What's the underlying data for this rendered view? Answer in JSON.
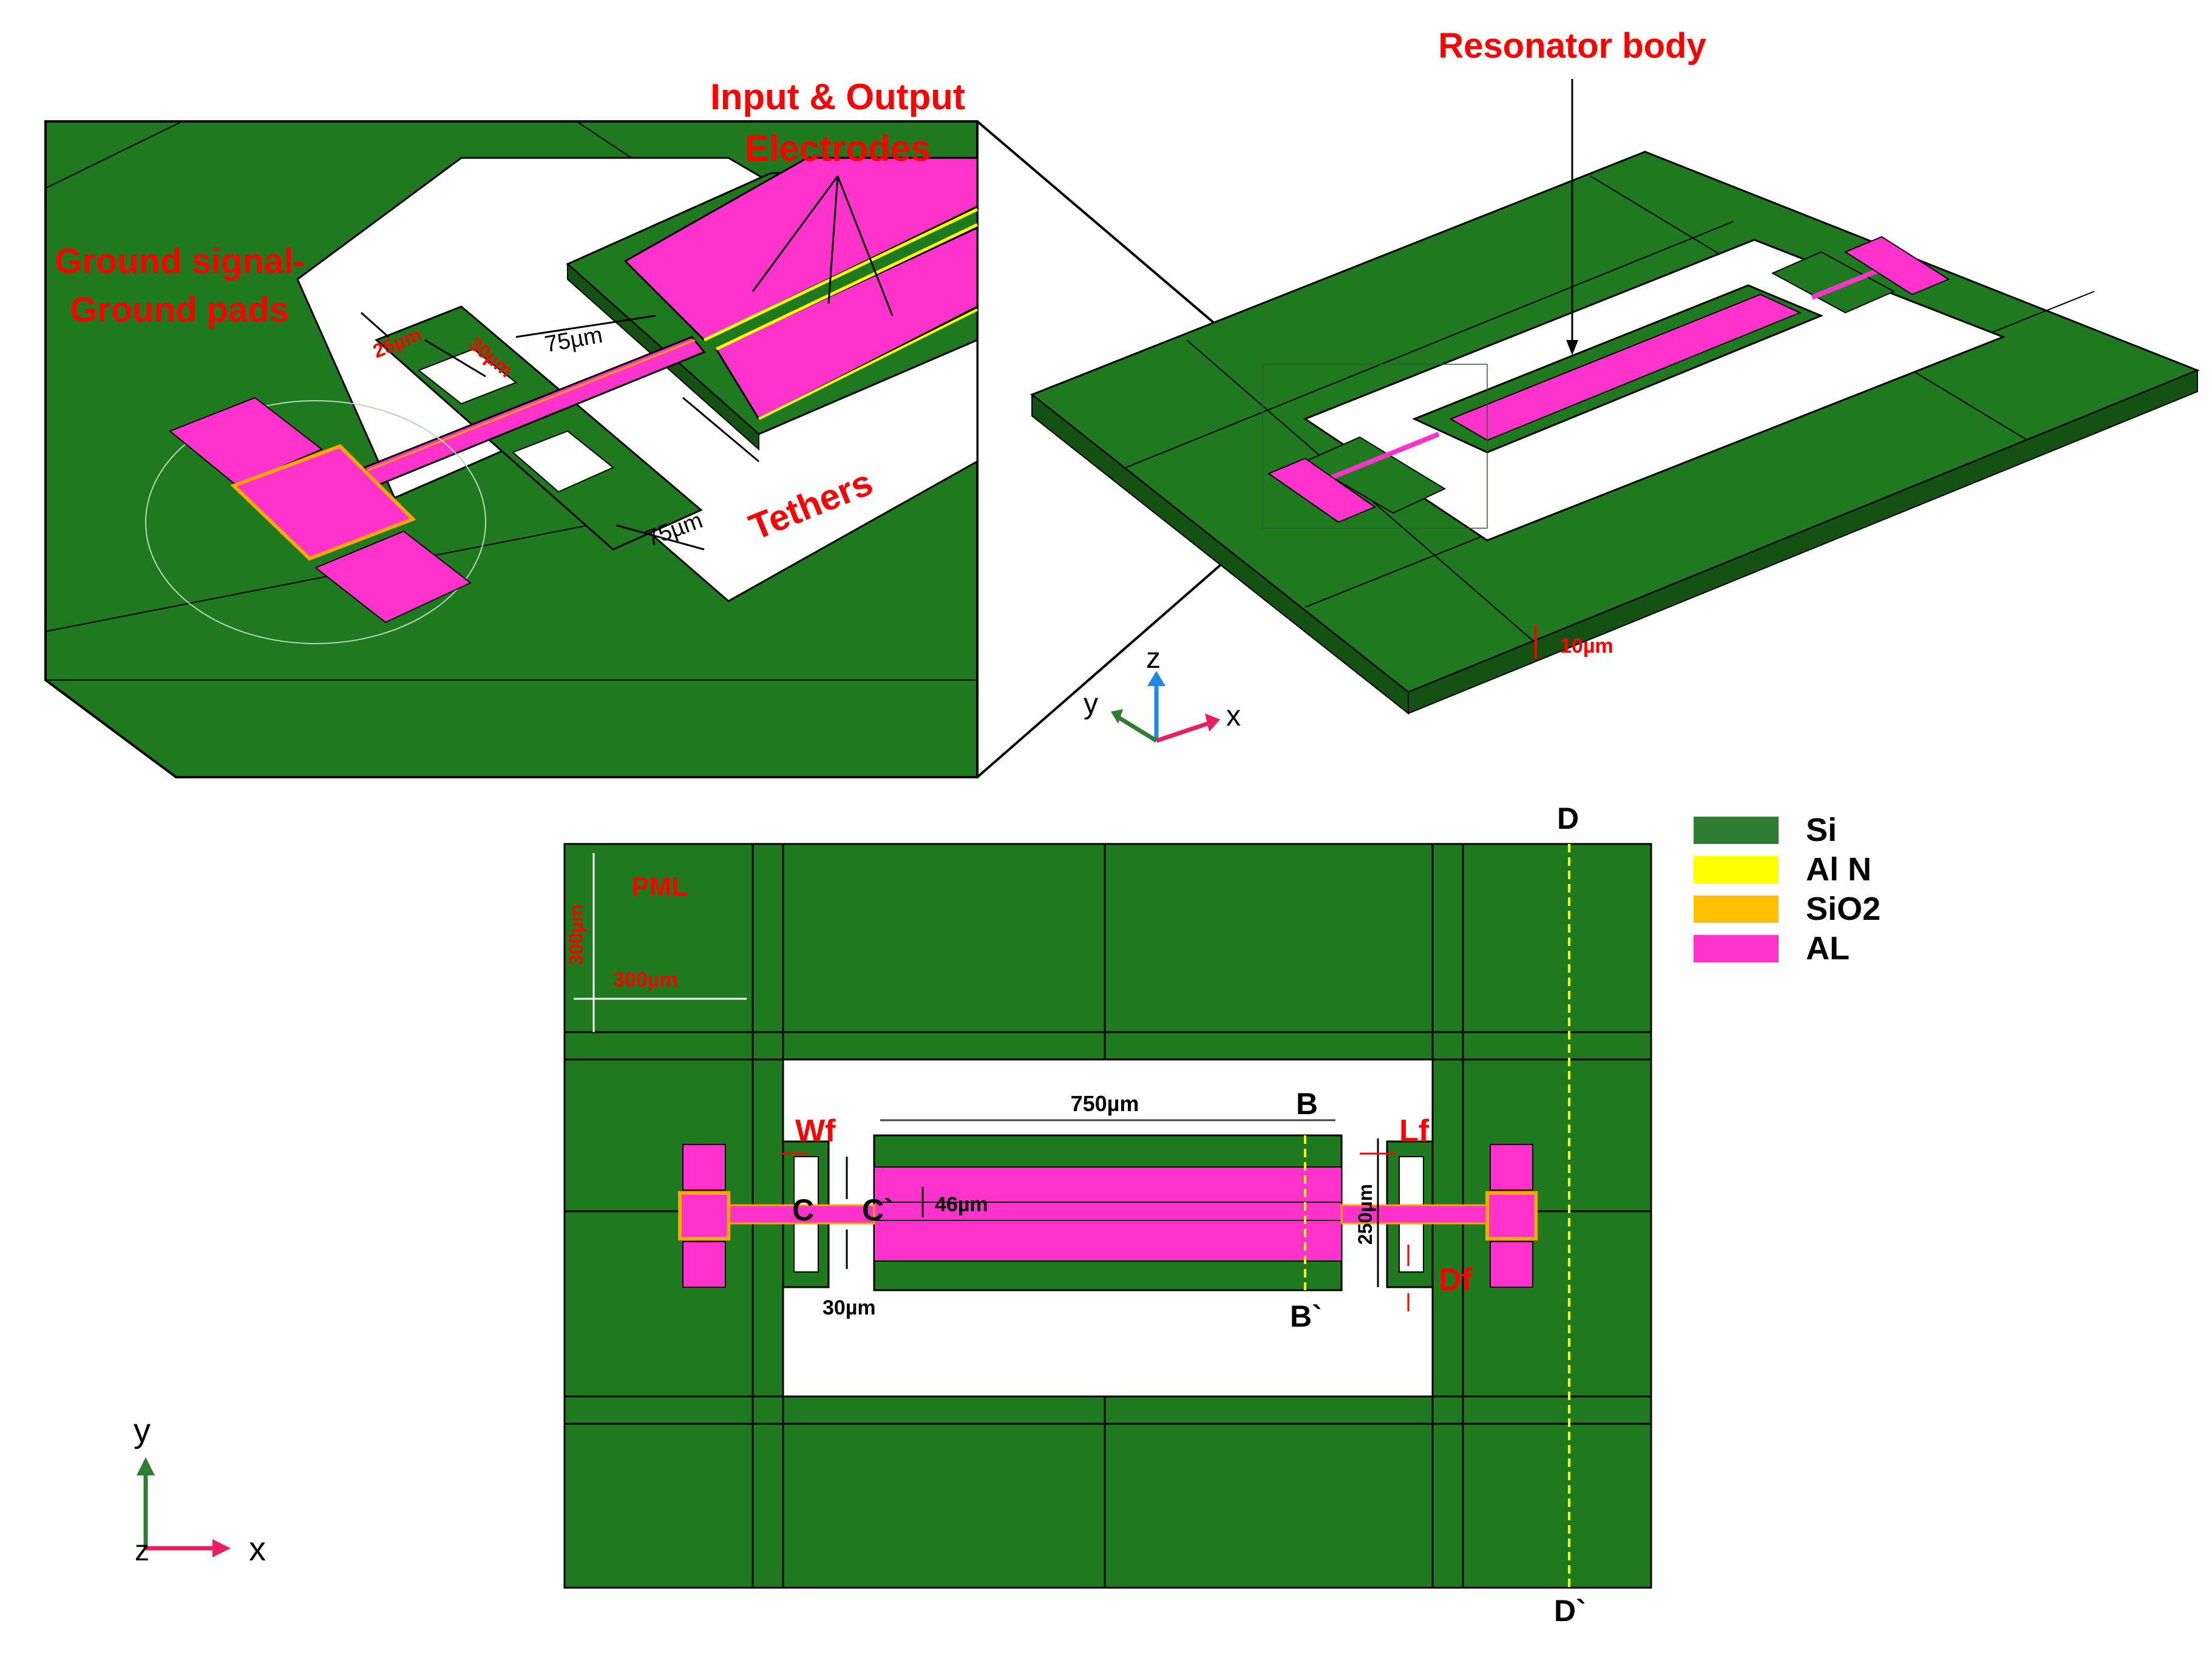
{
  "labels_3d": {
    "input_output_line1": "Input & Output",
    "input_output_line2": "Electrodes",
    "ground_line1": "Ground signal-",
    "ground_line2": "Ground pads",
    "resonator_body": "Resonator body",
    "tethers": "Tethers",
    "dim_25": "25µm",
    "dim_30": "30µm",
    "dim_75_top": "75µm",
    "dim_75_bottom": "75µm",
    "dim_10": "10µm"
  },
  "axes_3d": {
    "x": "x",
    "y": "y",
    "z": "z"
  },
  "labels_top": {
    "pml": "PML",
    "dim_300_v": "300µm",
    "dim_300_h": "300µm",
    "dim_750": "750µm",
    "dim_250": "250µm",
    "dim_46": "46µm",
    "dim_30": "30µm",
    "wf": "Wf",
    "lf": "Lf",
    "df": "Df",
    "c": "C",
    "c_prime": "C`",
    "b": "B",
    "b_prime": "B`",
    "d": "D",
    "d_prime": "D`"
  },
  "axes_2d": {
    "x": "x",
    "y": "y",
    "z": "z"
  },
  "legend": [
    {
      "name": "Si",
      "color": "#2e7d32"
    },
    {
      "name": "Al N",
      "color": "#ffff00"
    },
    {
      "name": "SiO2",
      "color": "#ffc000"
    },
    {
      "name": "AL",
      "color": "#ff33cc"
    }
  ],
  "colors": {
    "si": "#1f7a1f",
    "aln": "#ffff00",
    "sio2": "#ffa500",
    "al": "#ff33cc",
    "label_red": "#ff0000"
  }
}
